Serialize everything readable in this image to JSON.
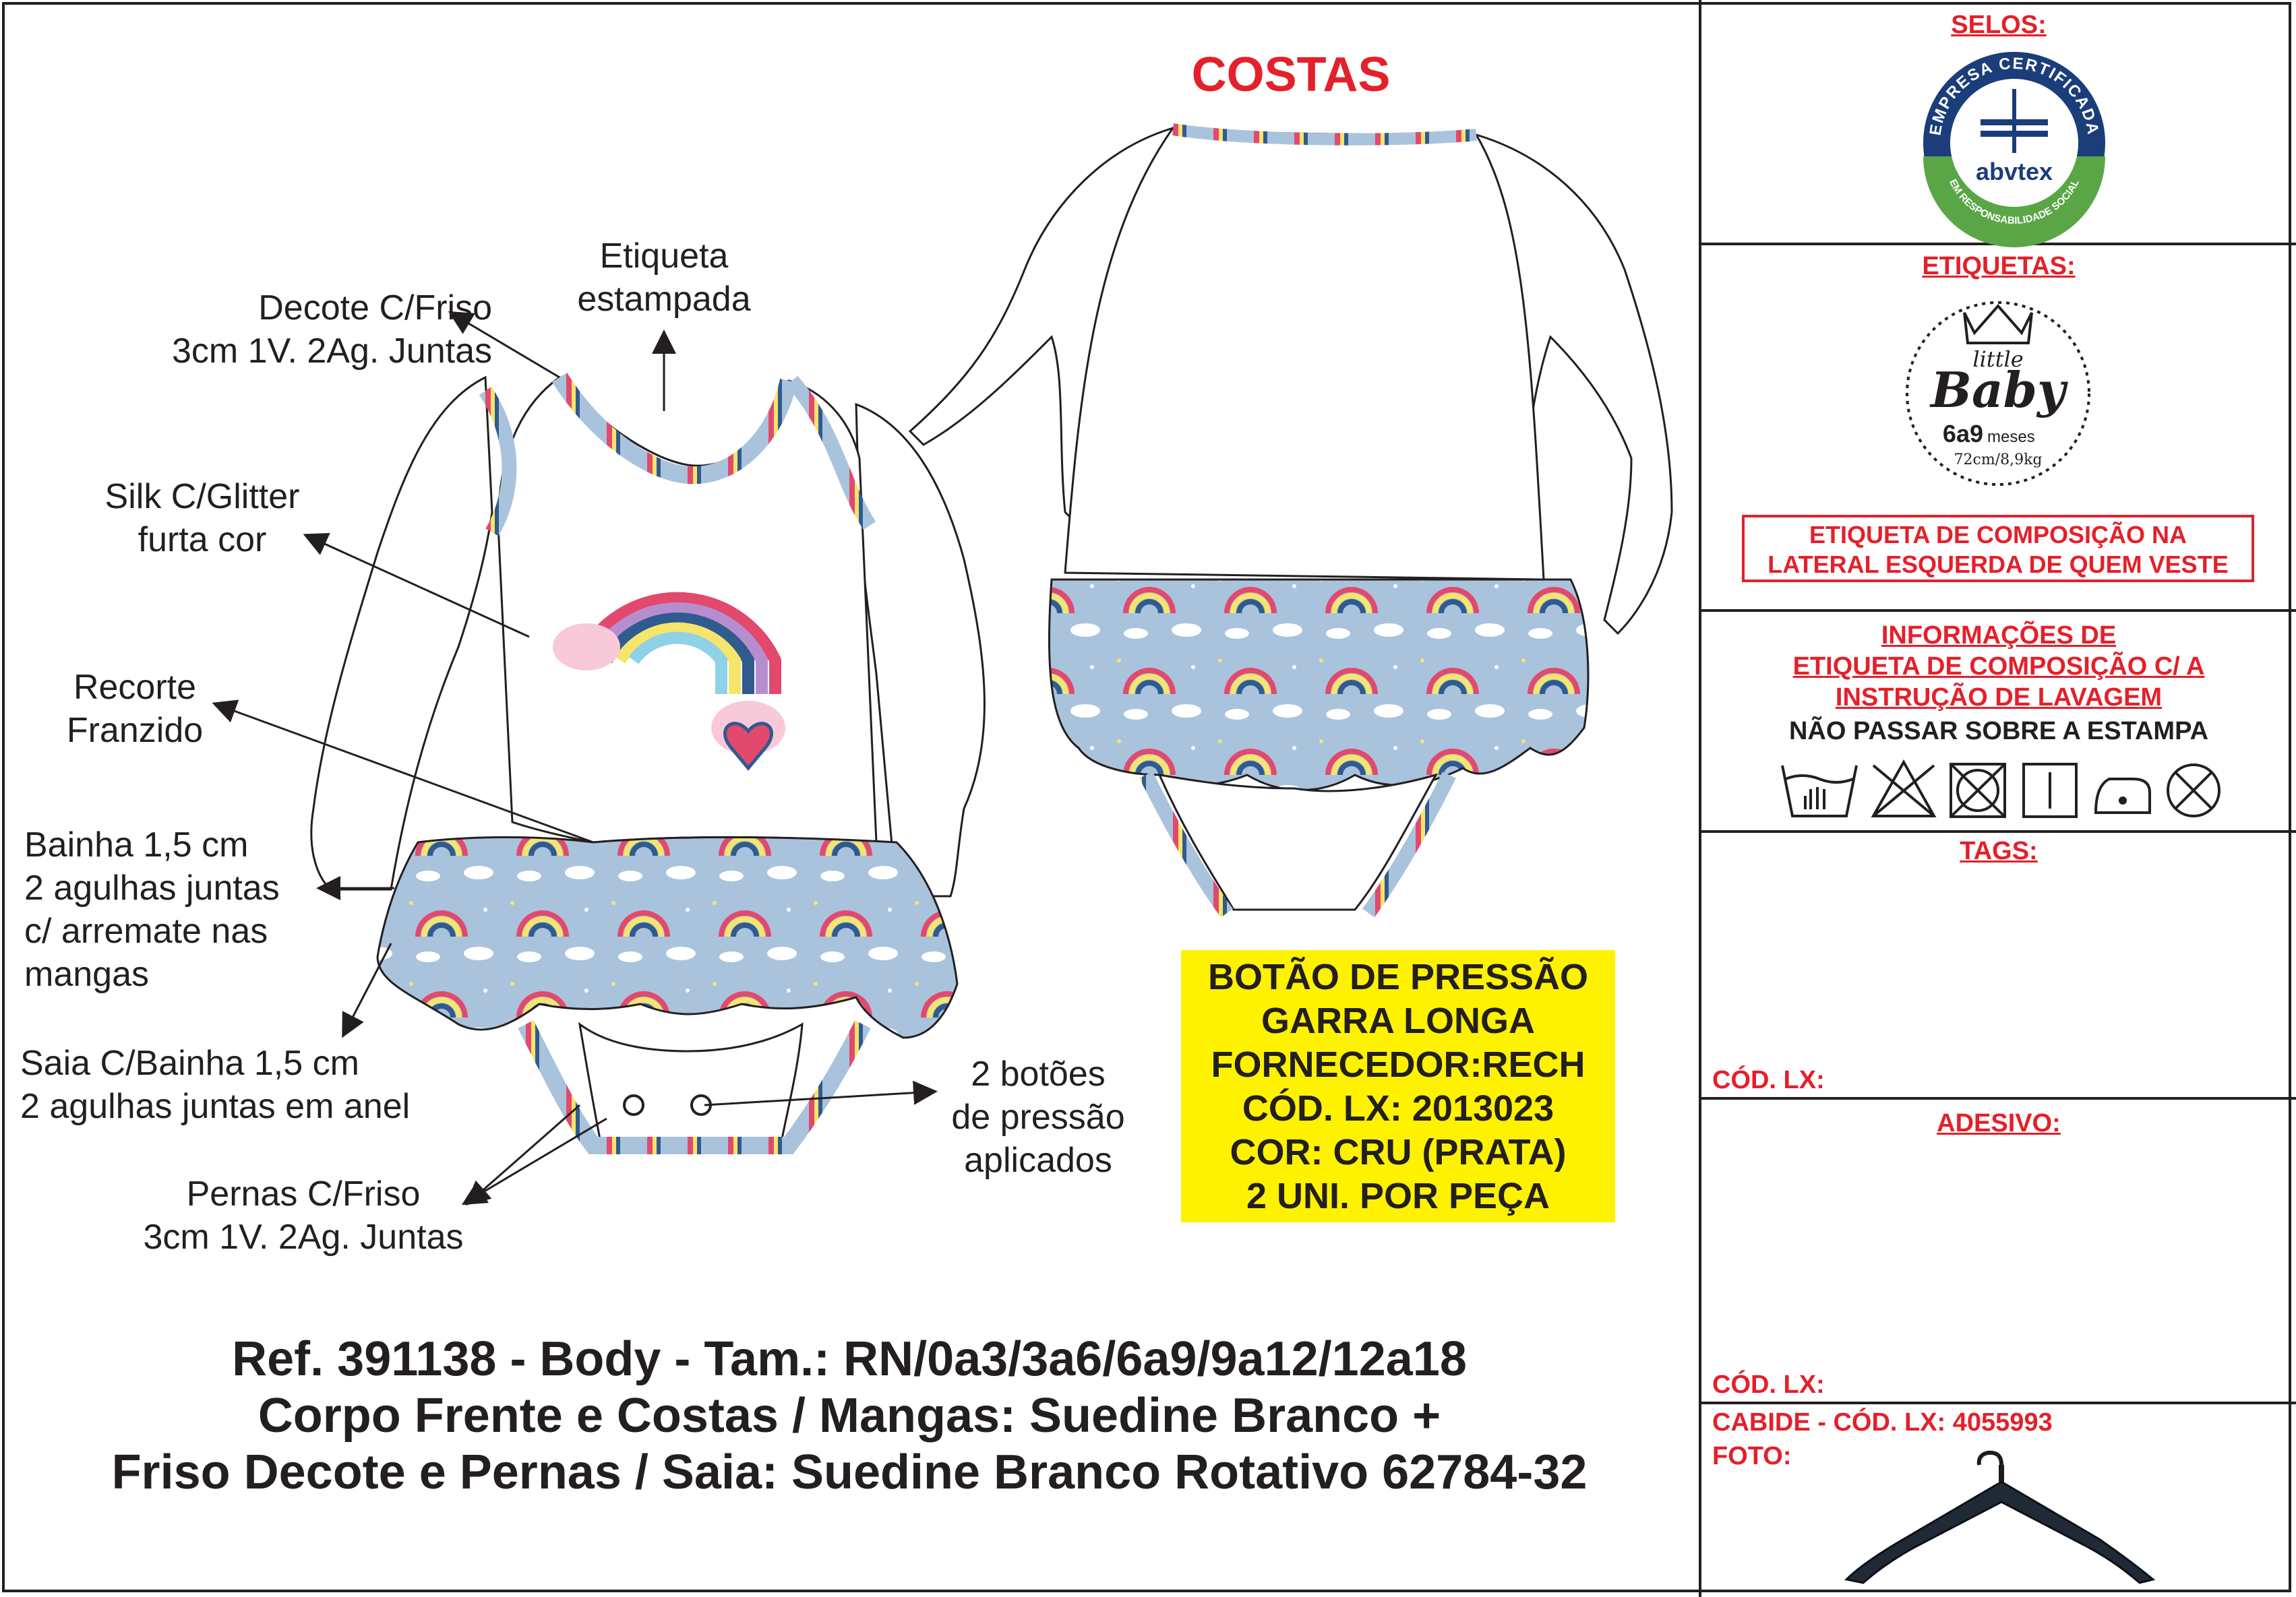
{
  "costas_title": "COSTAS",
  "annotations": {
    "etiqueta": [
      "Etiqueta",
      "estampada"
    ],
    "decote": [
      "Decote C/Friso",
      "3cm 1V. 2Ag. Juntas"
    ],
    "silk": [
      "Silk C/Glitter",
      "furta cor"
    ],
    "recorte": [
      "Recorte",
      "Franzido"
    ],
    "bainha": [
      "Bainha 1,5 cm",
      "2 agulhas juntas",
      "c/ arremate nas",
      "mangas"
    ],
    "saia": [
      "Saia C/Bainha 1,5 cm",
      "2 agulhas juntas em anel"
    ],
    "pernas": [
      "Pernas C/Friso",
      "3cm 1V. 2Ag. Juntas"
    ],
    "botoes": [
      "2 botões",
      "de pressão",
      "aplicados"
    ]
  },
  "yellow_box": [
    "BOTÃO DE PRESSÃO",
    "GARRA LONGA",
    "FORNECEDOR:RECH",
    "CÓD. LX: 2013023",
    "COR: CRU (PRATA)",
    "2 UNI. POR PEÇA"
  ],
  "reference": [
    "Ref. 391138 - Body - Tam.: RN/0a3/3a6/6a9/9a12/12a18",
    "Corpo Frente e Costas / Mangas: Suedine Branco +",
    "Friso Decote e Pernas / Saia: Suedine Branco Rotativo 62784-32"
  ],
  "sidebar": {
    "selos_title": "SELOS:",
    "seal": {
      "top_text": "EMPRESA CERTIFICADA",
      "brand": "abvtex",
      "bottom_text": "EM RESPONSABILIDADE SOCIAL"
    },
    "etiquetas_title": "ETIQUETAS:",
    "label_logo": {
      "little": "little",
      "baby": "Baby",
      "size": "6a9",
      "unit": "meses",
      "detail": "72cm/8,9kg"
    },
    "composicao_box": [
      "ETIQUETA DE COMPOSIÇÃO NA",
      "LATERAL ESQUERDA DE QUEM VESTE"
    ],
    "info_title": [
      "INFORMAÇÕES DE",
      "ETIQUETA DE COMPOSIÇÃO C/ A",
      "INSTRUÇÃO DE LAVAGEM"
    ],
    "nao_passar": "NÃO PASSAR SOBRE A ESTAMPA",
    "care_icons": [
      "hand-wash-icon",
      "no-bleach-icon",
      "no-tumble-dry-icon",
      "line-dry-icon",
      "iron-low-icon",
      "no-dry-clean-icon"
    ],
    "tags_title": "TAGS:",
    "tags_cod": "CÓD. LX:",
    "adesivo_title": "ADESIVO:",
    "adesivo_cod": "CÓD. LX:",
    "cabide": "CABIDE - CÓD. LX: 4055993",
    "foto": "FOTO:"
  },
  "colors": {
    "red": "#e4202a",
    "yellow": "#fff200",
    "fabric": "#a9c3dd",
    "seal_blue": "#1b3d7a",
    "seal_green": "#5aa646"
  }
}
